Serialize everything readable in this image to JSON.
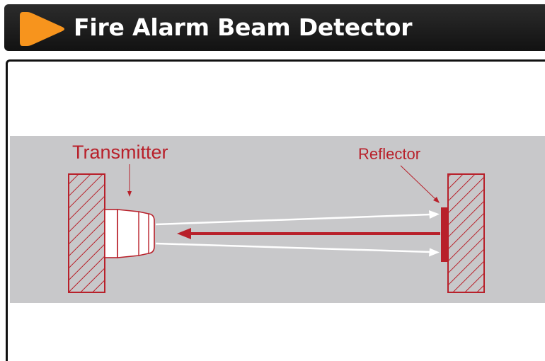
{
  "header": {
    "title": "Fire Alarm Beam Detector",
    "icon": "play-arrow-icon",
    "icon_color": "#f7941d",
    "bar_color": "#1c1c1c"
  },
  "diagram": {
    "labels": {
      "transmitter": "Transmitter",
      "reflector": "Reflector"
    },
    "colors": {
      "background": "#c8c8ca",
      "accent": "#b8202a",
      "beam": "#ffffff"
    }
  }
}
